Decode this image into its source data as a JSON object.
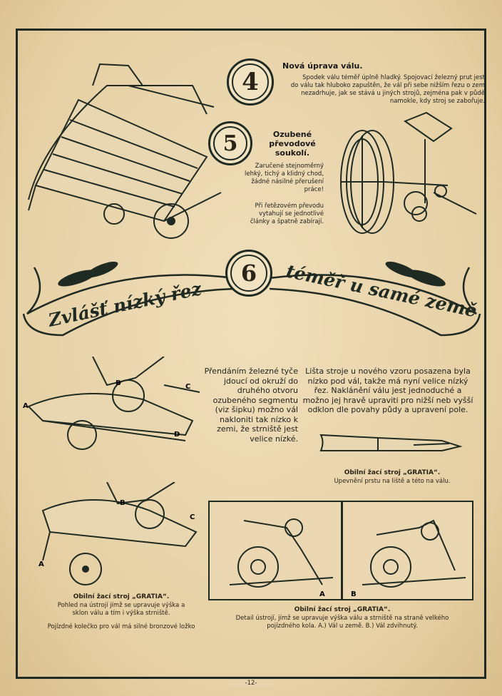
{
  "section4": {
    "number": "4",
    "title": "Nová úprava válu.",
    "text": "Spodek válu téměř úplně hladký. Spojovací železný prut jest do válu tak hluboko zapuštěn, že vál při sebe nižším řezu o zem nezadrhuje, jak se stává u jiných strojů, zejména pak v půdě namokle, kdy stroj se zabořuje."
  },
  "section5": {
    "number": "5",
    "title": "Ozubené převodové soukolí.",
    "text1": "Zaručené stejnoměrný lehký, tichý a klidný chod, žádné násilné přerušení práce!",
    "text2": "Při řetězovém převodu vytahují se jednotlivé články a špatně zabírají."
  },
  "banner": {
    "number": "6",
    "left_text": "Zvlášť nízký řez",
    "right_text": "téměř u samé země"
  },
  "middle": {
    "left_text": "Přendáním železné tyče jdoucí od okruží do druhého otvoru ozubeného segmentu (viz šipku) možno vál nakloniti tak nízko k zemi, že strniště jest velice nízké.",
    "right_text": "Lišta stroje u nového vzoru posazena byla nízko pod vál, takže má nyní velice nízký řez. Naklánění válu jest jednoduché a možno jej hravě upraviti pro nižší neb vyšší odklon dle povahy půdy a upravení pole.",
    "finger_caption_title": "Obilní žací stroj „GRATIA“.",
    "finger_caption": "Upevnění prstu na liště a této na válu."
  },
  "bottom_left": {
    "caption_title": "Obilní žací stroj „GRATIA“.",
    "caption": "Pohled na ústrojí jímž se upravuje výška a sklon válu a tím i výška strniště.",
    "note": "Pojízdné kolečko pro vál má silné bronzové ložko"
  },
  "bottom_right": {
    "caption_title": "Obilní žací stroj „GRATIA“.",
    "caption": "Detail ústrojí, jímž se upravuje výška válu a strniště na straně velkého pojízdného kola. A.) Vál u země. B.) Vál zdvihnutý.",
    "label_a": "A",
    "label_b": "B"
  },
  "drawing_labels": {
    "A": "A",
    "B": "B",
    "C": "C",
    "D": "D"
  },
  "page_number": "-12-"
}
